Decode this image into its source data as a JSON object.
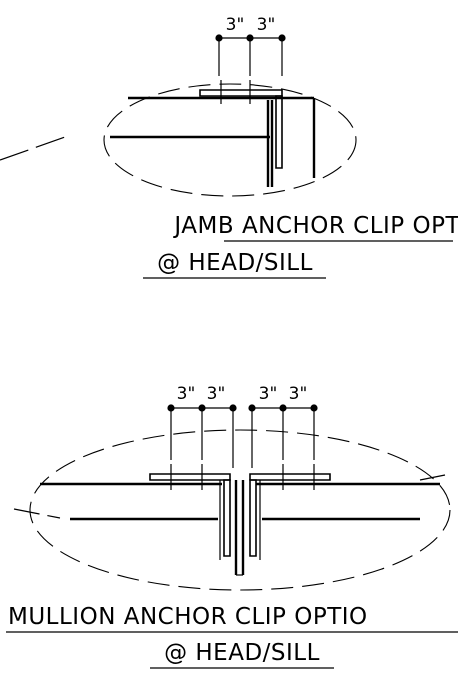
{
  "jamb_detail": {
    "dimensions": [
      "3\"",
      "3\""
    ],
    "caption_line1": "JAMB ANCHOR CLIP OPTION",
    "caption_line2": "@ HEAD/SILL"
  },
  "mullion_detail": {
    "dimensions": [
      "3\"",
      "3\"",
      "3\"",
      "3\""
    ],
    "caption_line1": "MULLION ANCHOR CLIP OPTIO",
    "caption_line2": "@ HEAD/SILL"
  }
}
